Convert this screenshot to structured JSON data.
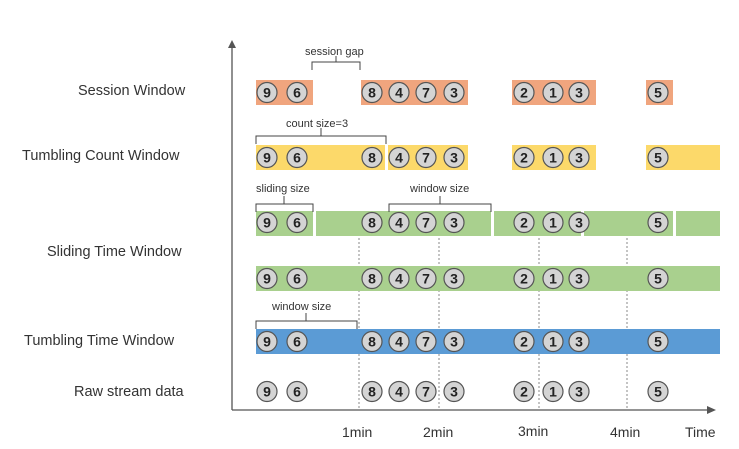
{
  "rows": {
    "session": "Session Window",
    "tumbling_count": "Tumbling Count Window",
    "sliding_time": "Sliding Time Window",
    "tumbling_time": "Tumbling Time Window",
    "raw": "Raw stream data"
  },
  "annotations": {
    "session_gap": "session gap",
    "count_size": "count size=3",
    "sliding_size": "sliding size",
    "window_size_sliding": "window size",
    "window_size_tumbling": "window size"
  },
  "axis": {
    "ticks": [
      "1min",
      "2min",
      "3min",
      "4min"
    ],
    "x_label": "Time"
  },
  "events": [
    "9",
    "6",
    "8",
    "4",
    "7",
    "3",
    "2",
    "1",
    "3",
    "5"
  ],
  "colors": {
    "session": "#f0a57e",
    "tumbling_count": "#fcd96a",
    "sliding_time": "#a9d08e",
    "tumbling_time": "#5b9bd5",
    "event_fill": "#d4d4d4",
    "event_stroke": "#555555"
  }
}
